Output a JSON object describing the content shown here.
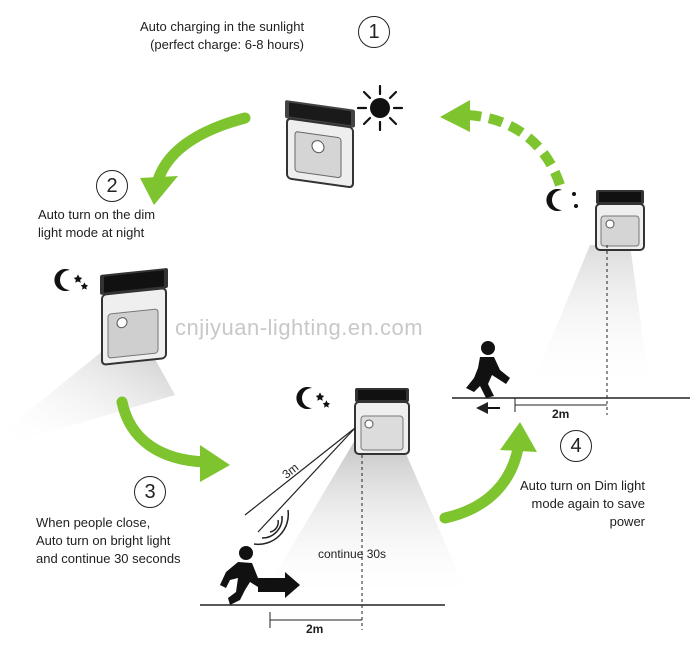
{
  "steps": [
    {
      "number": "1",
      "lines": [
        "Auto charging in the sunlight",
        "(perfect charge: 6-8 hours)"
      ]
    },
    {
      "number": "2",
      "lines": [
        "Auto turn on the dim",
        "light mode at night"
      ]
    },
    {
      "number": "3",
      "lines": [
        "When people close,",
        "Auto turn on bright light",
        "and continue 30 seconds"
      ]
    },
    {
      "number": "4",
      "lines": [
        "Auto turn on Dim light",
        "mode again to save",
        "power"
      ]
    }
  ],
  "labels": {
    "range": "3m",
    "continue": "continue 30s",
    "distance_bottom": "2m",
    "distance_right": "2m"
  },
  "watermark": "cnjiyuan-lighting.en.com",
  "colors": {
    "arrow_green": "#7dc42f",
    "lamp_dark": "#2b2b2b",
    "light_beam": "#cfcfcf"
  }
}
